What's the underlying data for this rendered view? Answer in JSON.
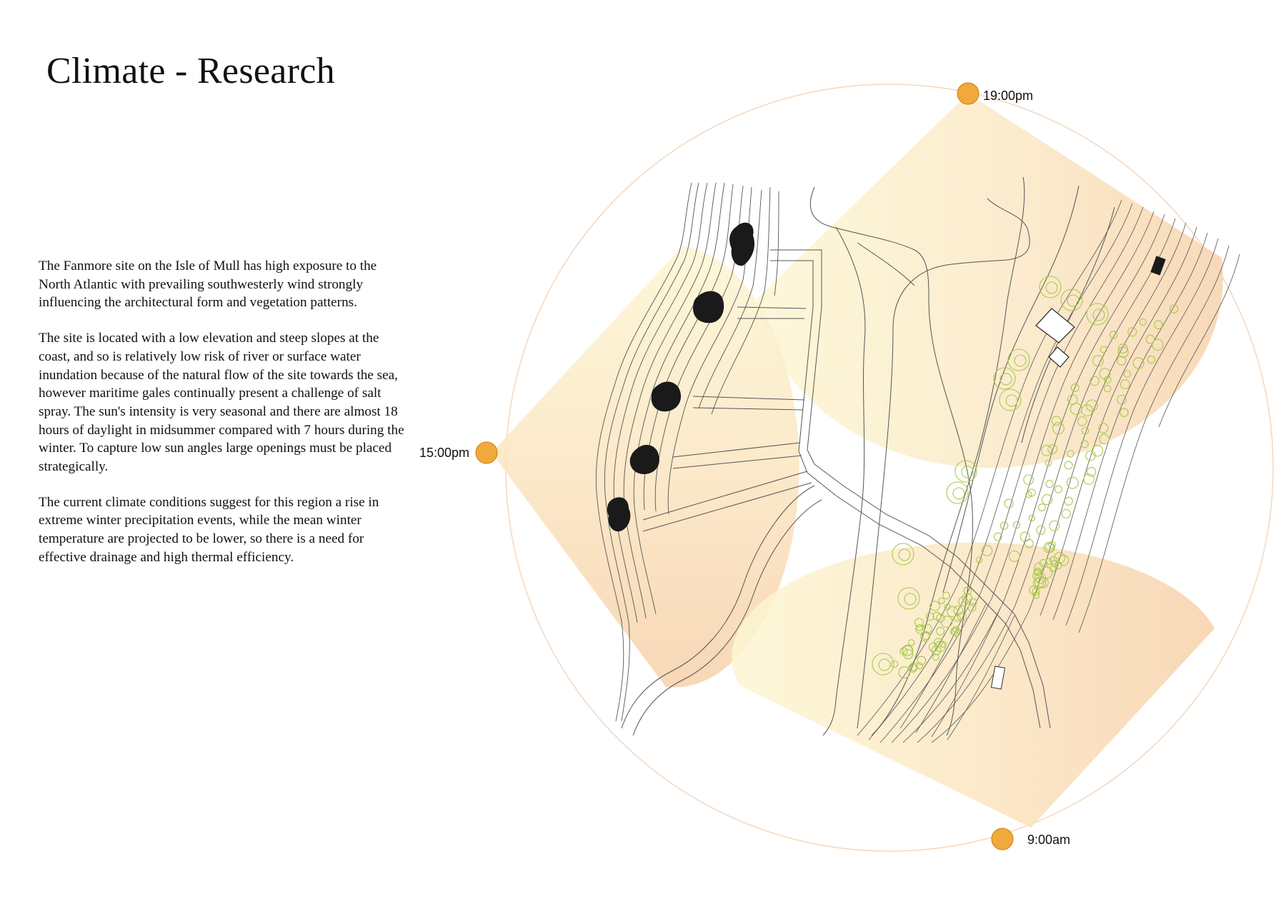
{
  "title": "Climate - Research",
  "paragraphs": [
    "The Fanmore site on the Isle of Mull has high exposure to the North Atlantic with prevailing southwesterly wind strongly influencing the architectural form and vegetation patterns.",
    "The site is located with a low elevation and steep slopes at the coast, and so is relatively low risk of river or surface water inundation because of the natural flow of the site towards the sea, however maritime gales continually present a challenge of salt spray. The sun's intensity is very seasonal and there are almost 18 hours of daylight in midsummer compared with 7 hours during the winter. To capture low sun angles large openings must be placed strategically."
  ],
  "paragraph_3": "The current climate conditions suggest for this region a rise in extreme winter precipitation events, while the mean winter temperature are projected to be lower, so there is a need for effective drainage and high thermal efficiency.",
  "sun_positions": [
    {
      "label": "19:00pm"
    },
    {
      "label": "15:00pm"
    },
    {
      "label": "9:00am"
    }
  ],
  "colors": {
    "sun": "#f2a93b",
    "sun_stroke": "#c77d12",
    "fan_light": "#fdf6d2",
    "fan_dark": "#f8d9b4",
    "contour": "#555555",
    "vegetation": "#a8c94a",
    "rock": "#1a1a1a",
    "orbit": "#f5d7bf"
  }
}
